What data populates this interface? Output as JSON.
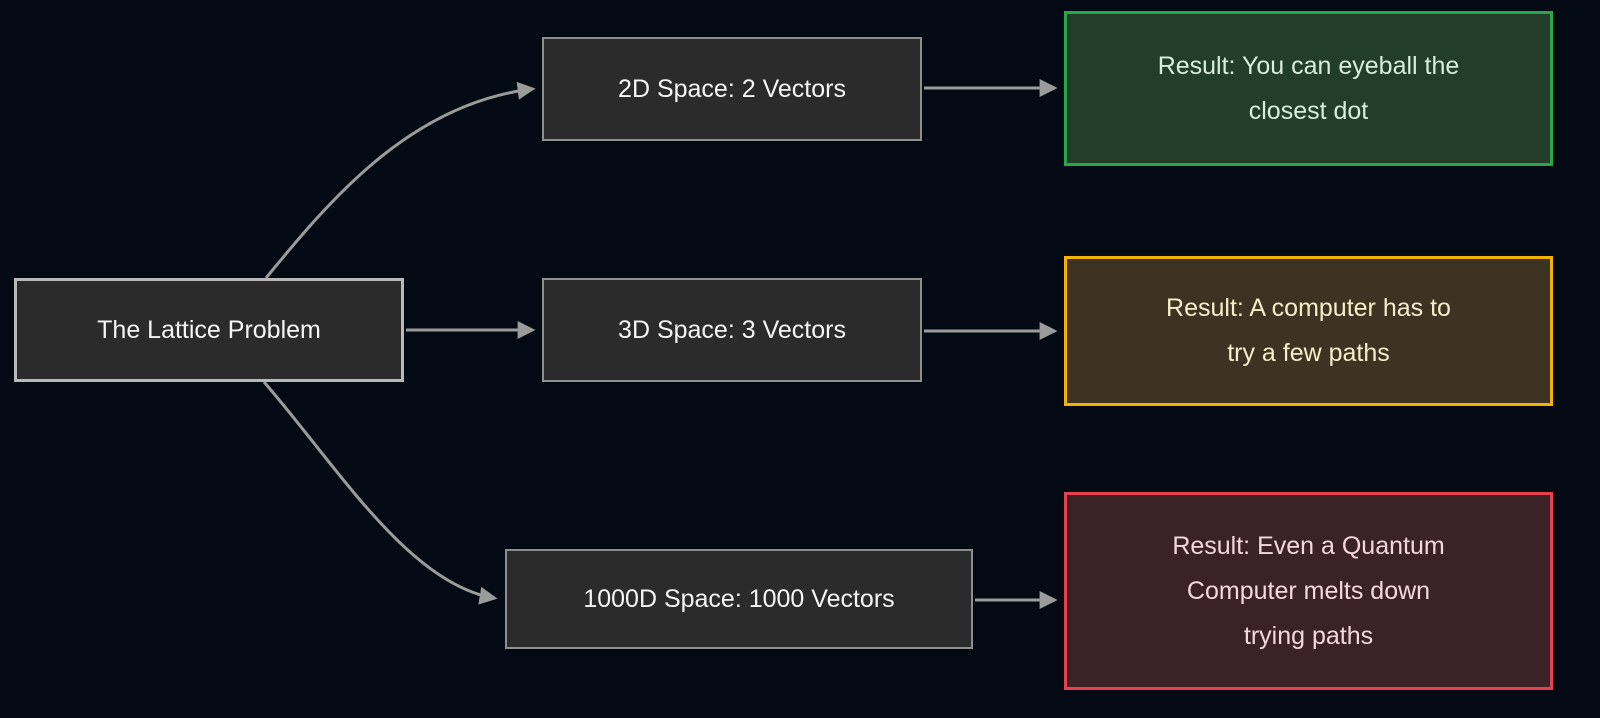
{
  "palette": {
    "background": "#030a14",
    "node_fill": "#2b2b2b",
    "node_border": "#8f8f8f",
    "root_border": "#b8b8b8",
    "node_text": "#f5f5f5",
    "edge_color": "#9b9b9b"
  },
  "nodes": {
    "root": {
      "label": "The Lattice Problem"
    },
    "space_2d": {
      "label": "2D Space: 2 Vectors"
    },
    "space_3d": {
      "label": "3D Space: 3 Vectors"
    },
    "space_1000d": {
      "label": "1000D Space: 1000 Vectors"
    },
    "result_2d": {
      "lines": [
        "Result: You can eyeball the",
        "closest dot"
      ],
      "border_color": "#2aa648",
      "fill_color": "#223d2a",
      "text_color": "#d8eedb"
    },
    "result_3d": {
      "lines": [
        "Result: A computer has to",
        "try a few paths"
      ],
      "border_color": "#f5b301",
      "fill_color": "#3c3322",
      "text_color": "#f6eecb"
    },
    "result_1000d": {
      "lines": [
        "Result: Even a Quantum",
        "Computer melts down",
        "trying paths"
      ],
      "border_color": "#e8404e",
      "fill_color": "#3a2226",
      "text_color": "#f4d8de"
    }
  }
}
